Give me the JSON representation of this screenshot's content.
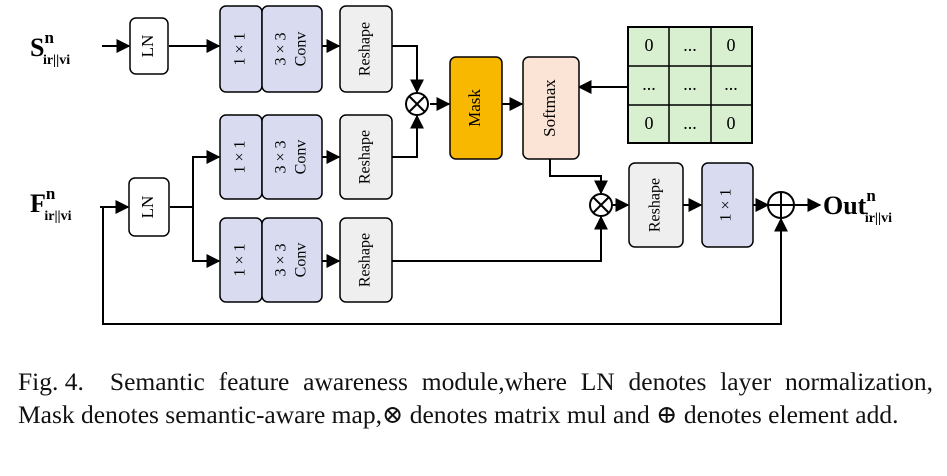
{
  "inputs": {
    "s": {
      "base": "S",
      "sup": "n",
      "sub": "ir||vi"
    },
    "f": {
      "base": "F",
      "sup": "n",
      "sub": "ir||vi"
    }
  },
  "output": {
    "base": "Out",
    "sup": "n",
    "sub": "ir||vi"
  },
  "blocks": {
    "ln": "LN",
    "conv1": "1 × 1",
    "conv3_a": "3 × 3",
    "conv3_b": "Conv",
    "reshape": "Reshape",
    "mask": "Mask",
    "softmax": "Softmax"
  },
  "ops": {
    "mul": "⊗",
    "add": "⊕"
  },
  "matrix": [
    [
      "0",
      "...",
      "0"
    ],
    [
      "...",
      "...",
      "..."
    ],
    [
      "0",
      "...",
      "0"
    ]
  ],
  "colors": {
    "conv_fill": "#d9dcf0",
    "reshape_fill": "#efefef",
    "mask_fill": "#f8b800",
    "softmax_fill": "#fbe3d6",
    "matrix_fill": "#d8f0d0",
    "ln_fill": "#ffffff"
  },
  "caption": {
    "lead": "Fig. 4.",
    "part1": "Semantic feature awareness module,where LN denotes layer normalization, Mask denotes semantic-aware map,",
    "mul_symbol": "⊗",
    "part2": " denotes matrix mul and ",
    "add_symbol": "⊕",
    "part3": " denotes element add."
  }
}
